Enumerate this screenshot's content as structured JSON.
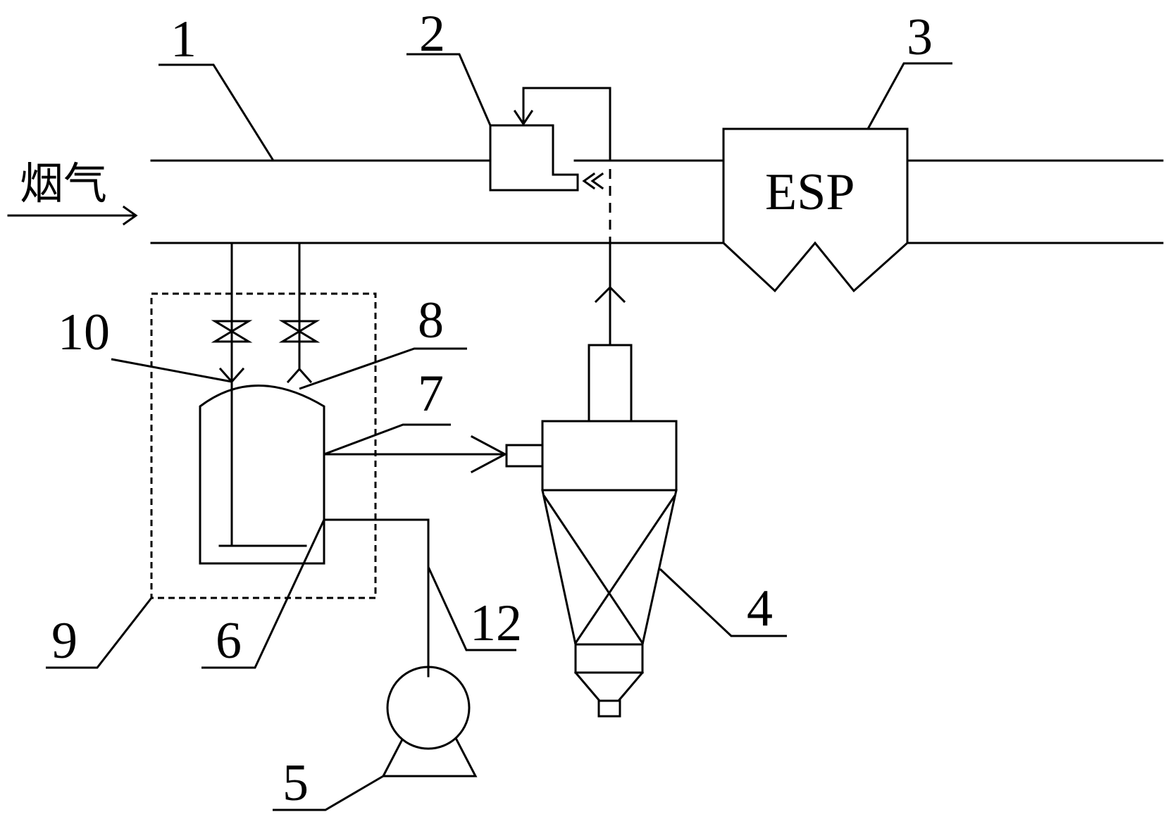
{
  "inlet_label": "烟气",
  "esp_label": "ESP",
  "callouts": {
    "c1": "1",
    "c2": "2",
    "c3": "3",
    "c4": "4",
    "c5": "5",
    "c6": "6",
    "c7": "7",
    "c8": "8",
    "c9": "9",
    "c10": "10",
    "c12": "12"
  }
}
